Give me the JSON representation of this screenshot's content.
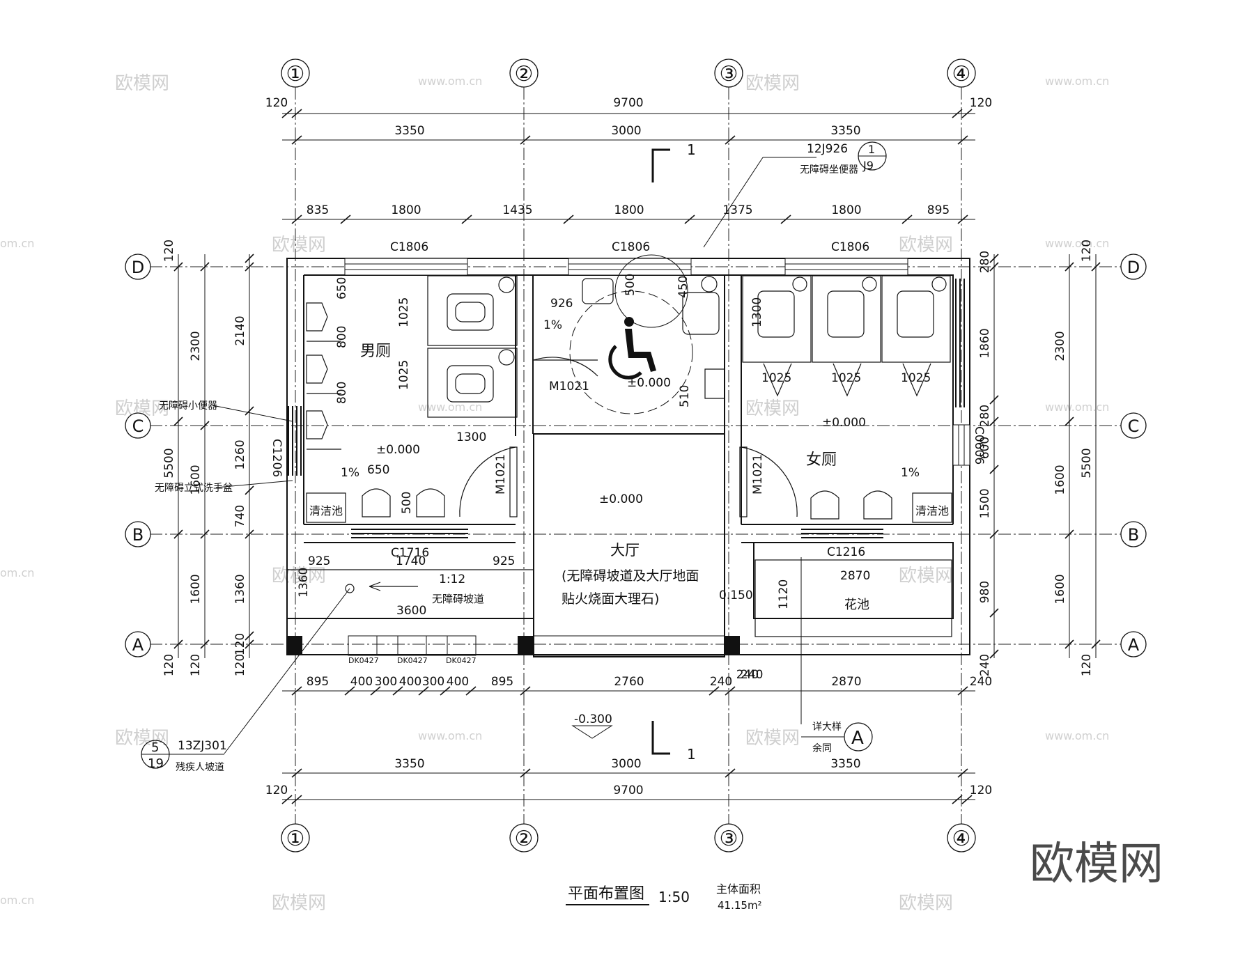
{
  "axes": {
    "cols": [
      "①",
      "②",
      "③",
      "④"
    ],
    "rows": [
      "D",
      "C",
      "B",
      "A"
    ]
  },
  "dims": {
    "top": {
      "total": "9700",
      "edge_l": "120",
      "edge_r": "120",
      "bays": [
        "3350",
        "3000",
        "3350"
      ],
      "windows": [
        "835",
        "1800",
        "1435",
        "1800",
        "1375",
        "1800",
        "895"
      ]
    },
    "bottom": {
      "total": "9700",
      "edge_l": "120",
      "edge_r": "120",
      "bays": [
        "3350",
        "3000",
        "3350"
      ],
      "detail": [
        "895",
        "400",
        "300",
        "400",
        "300",
        "400",
        "895",
        "2760",
        "240",
        "2870",
        "240"
      ],
      "extra_240": "240"
    },
    "left": {
      "total": "5500",
      "e_top": "120",
      "e_bot": "120",
      "sub": [
        "2300",
        "1600",
        "1600"
      ],
      "inner": [
        "2140",
        "1260",
        "740",
        "1360",
        "120"
      ],
      "v1": "120",
      "v2": "120"
    },
    "right": {
      "total": "5500",
      "e_top": "120",
      "e_bot": "120",
      "sub": [
        "2300",
        "1600",
        "1600"
      ],
      "inner": [
        "280",
        "1860",
        "280",
        "600",
        "1500",
        "980",
        "240"
      ]
    }
  },
  "labels": {
    "window_c1806_1": "C1806",
    "window_c1806_2": "C1806",
    "window_c1806_3": "C1806",
    "window_c1716": "C1716",
    "window_c1216": "C1216",
    "window_c1206": "C1206",
    "window_c0606": "C0606",
    "door_m1021_a": "M1021",
    "door_m1021_b": "M1021",
    "door_m1021_c": "M1021",
    "mens_room": "男厕",
    "womens_room": "女厕",
    "hall": "大厅",
    "hall_note_1": "(无障碍坡道及大厅地面",
    "hall_note_2": "贴火烧面大理石)",
    "level_0_a": "±0.000",
    "level_0_b": "±0.000",
    "level_0_c": "±0.000",
    "level_0_d": "±0.000",
    "level_0150": "0.150",
    "level_neg0300": "-0.300",
    "slope_a": "1%",
    "slope_b": "1%",
    "slope_c": "1%",
    "mop_sink_l": "清洁池",
    "mop_sink_r": "清洁池",
    "flower_bed": "花池",
    "ramp_ratio": "1:12",
    "ramp_name": "无障碍坡道",
    "accessible_urinal": "无障碍小便器",
    "accessible_basin": "无障碍立式洗手盆",
    "accessible_toilet": "无障碍坐便器",
    "ref_12j926": "12J926",
    "ref_j9_num": "1",
    "ref_j9_den": "J9",
    "ref_13zj301": "13ZJ301",
    "ref_5": "5",
    "ref_19": "19",
    "ramp_detail": "残疾人坡道",
    "detail_note_1": "详大样",
    "detail_note_2": "余同",
    "detail_tag": "A",
    "section_mark": "1",
    "section_mark_b": "1",
    "dk0427_a": "DK0427",
    "dk0427_b": "DK0427",
    "dk0427_c": "DK0427",
    "d650a": "650",
    "d800a": "800",
    "d800b": "800",
    "d1025a": "1025",
    "d1025b": "1025",
    "d1300": "1300",
    "d650b": "650",
    "d500a": "500",
    "d926": "926",
    "d500b": "500",
    "d450": "450",
    "d510": "510",
    "d1300b": "1300",
    "d1025c": "1025",
    "d1025d": "1025",
    "d1025e": "1025",
    "d925a": "925",
    "d1740": "1740",
    "d925b": "925",
    "d3600": "3600",
    "d1360": "1360",
    "d2870": "2870",
    "d1120": "1120",
    "d240": "240"
  },
  "title": {
    "main": "平面布置图",
    "scale": "1:50",
    "area_label": "主体面积",
    "area_value": "41.15m²"
  },
  "watermark": {
    "brand": "欧模网",
    "url": "www.om.cn",
    "short": "om.cn"
  }
}
